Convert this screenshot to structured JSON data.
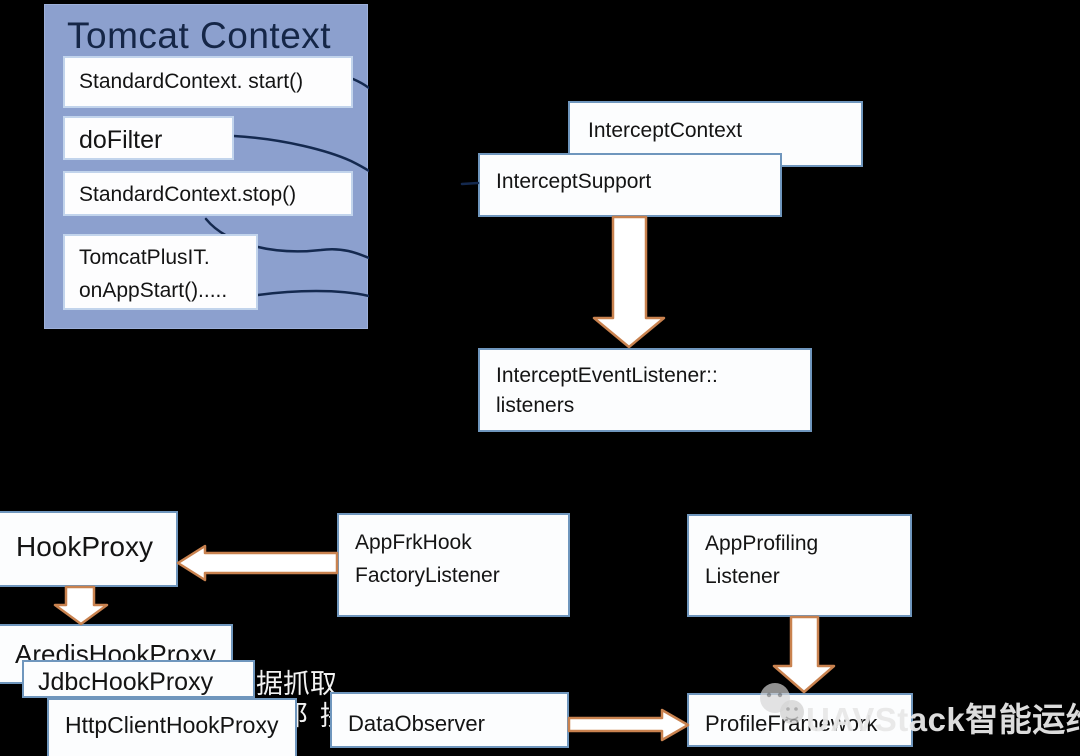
{
  "diagram_title": "Tomcat Context",
  "colors": {
    "background": "#000000",
    "panel_fill": "#8ca0ce",
    "panel_box_border": "#c2d4ec",
    "box_fill": "#fcfdfe",
    "box_border": "#6f96bd",
    "arrow_fill": "#ffffff",
    "arrow_stroke": "#c9824f",
    "connector_line": "#14294f",
    "title_text": "#152647",
    "watermark_text_color": "#e8e8e8"
  },
  "tomcat_panel": {
    "title": "Tomcat Context",
    "boxes": [
      {
        "label": "StandardContext. start()"
      },
      {
        "label": "doFilter"
      },
      {
        "label": "StandardContext.stop()"
      },
      {
        "label": "TomcatPlusIT.\nonAppStart()....."
      }
    ]
  },
  "boxes": {
    "intercept_context": "InterceptContext",
    "intercept_support": "InterceptSupport",
    "intercept_event_listener": "InterceptEventListener::\nlisteners",
    "hook_proxy": "HookProxy",
    "aredis_hook_proxy": "AredisHookProxy",
    "jdbc_hook_proxy": "JdbcHookProxy",
    "http_client_hook_proxy": "HttpClientHookProxy",
    "app_frk_hook_factory_listener": "AppFrkHook\nFactoryListener",
    "data_observer": "DataObserver",
    "app_profiling_listener": "AppProfiling\nListener",
    "profile_framework": "ProfileFramework"
  },
  "captions": {
    "chinese_line1": "据抓取",
    "chinese_line2": "阝接"
  },
  "watermark": {
    "text": "UAVStack智能运维",
    "logo": "ghost-chat-bubbles"
  }
}
